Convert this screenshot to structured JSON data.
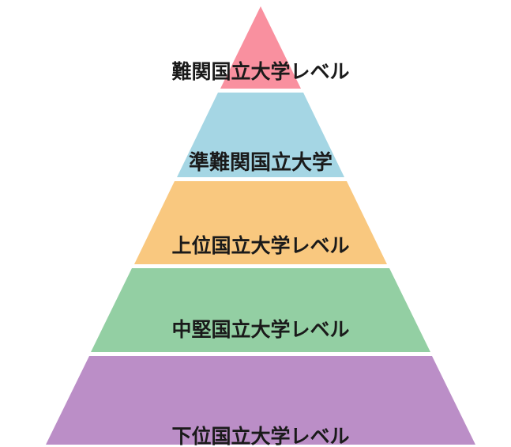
{
  "diagram": {
    "type": "pyramid",
    "levels": [
      {
        "label": "難関国立大学レベル",
        "color": "#F9909F"
      },
      {
        "label": "準難関国立大学",
        "color": "#A5D6E4"
      },
      {
        "label": "上位国立大学レベル",
        "color": "#F9C87F"
      },
      {
        "label": "中堅国立大学レベル",
        "color": "#93CFA3"
      },
      {
        "label": "下位国立大学レベル",
        "color": "#BB8EC7"
      }
    ]
  }
}
